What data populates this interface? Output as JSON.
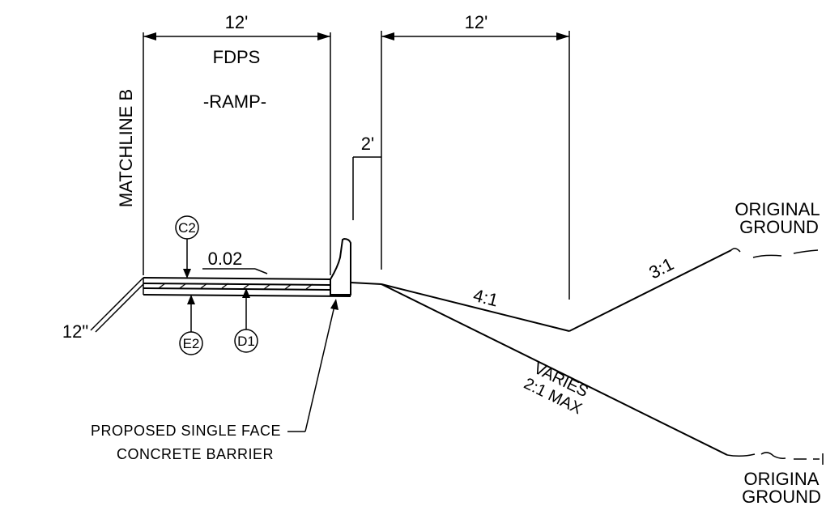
{
  "dimensions": {
    "ramp_width": "12'",
    "right_width": "12'",
    "offset": "2'",
    "depth": "12\""
  },
  "labels": {
    "fdps": "FDPS",
    "ramp": "-RAMP-",
    "matchline": "MATCHLINE B",
    "cross_slope": "0.02",
    "slope_4_1": "4:1",
    "slope_3_1": "3:1",
    "slope_varies_1": "VARIES",
    "slope_varies_2": "2:1 MAX",
    "original_ground_top_1": "ORIGINAL",
    "original_ground_top_2": "GROUND",
    "original_ground_bottom_1": "ORIGINA",
    "original_ground_bottom_2": "GROUND",
    "barrier_line_1": "PROPOSED  SINGLE FACE",
    "barrier_line_2": "CONCRETE  BARRIER"
  },
  "callouts": {
    "c2": "C2",
    "e2": "E2",
    "d1": "D1"
  }
}
